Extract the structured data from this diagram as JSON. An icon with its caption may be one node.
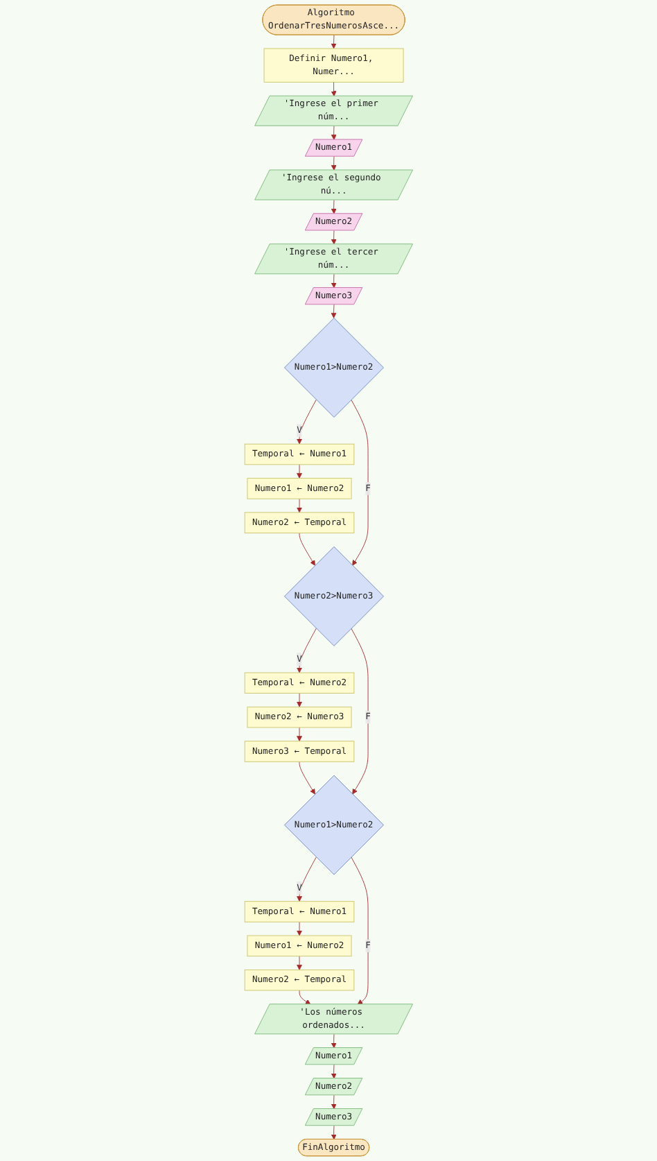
{
  "diagram": {
    "nodes": [
      {
        "text": [
          "Algoritmo OrdenarTresNumerosAsce..."
        ]
      },
      {
        "text": [
          "Definir Numero1, Numer..."
        ]
      },
      {
        "text": [
          "'Ingrese el primer núm..."
        ]
      },
      {
        "text": [
          "Numero1"
        ]
      },
      {
        "text": [
          "'Ingrese el segundo nú..."
        ]
      },
      {
        "text": [
          "Numero2"
        ]
      },
      {
        "text": [
          "'Ingrese el tercer núm..."
        ]
      },
      {
        "text": [
          "Numero3"
        ]
      },
      {
        "text": [
          "Numero1>Numero2"
        ]
      },
      {
        "text": [
          "Temporal ← Numero1"
        ]
      },
      {
        "text": [
          "Numero1 ← Numero2"
        ]
      },
      {
        "text": [
          "Numero2 ← Temporal"
        ]
      },
      {
        "text": [
          "Numero2>Numero3"
        ]
      },
      {
        "text": [
          "Temporal ← Numero2"
        ]
      },
      {
        "text": [
          "Numero2 ← Numero3"
        ]
      },
      {
        "text": [
          "Numero3 ← Temporal"
        ]
      },
      {
        "text": [
          "Numero1>Numero2"
        ]
      },
      {
        "text": [
          "Temporal ← Numero1"
        ]
      },
      {
        "text": [
          "Numero1 ← Numero2"
        ]
      },
      {
        "text": [
          "Numero2 ← Temporal"
        ]
      },
      {
        "text": [
          "'Los números ordenados..."
        ]
      },
      {
        "text": [
          "Numero1"
        ]
      },
      {
        "text": [
          "Numero2"
        ]
      },
      {
        "text": [
          "Numero3"
        ]
      },
      {
        "text": [
          "FinAlgoritmo"
        ]
      }
    ],
    "edges": [
      {
        "from": 0,
        "to": 1,
        "arrow": "to"
      },
      {
        "from": 1,
        "to": 2,
        "arrow": "to"
      },
      {
        "from": 2,
        "to": 3,
        "arrow": "to"
      },
      {
        "from": 3,
        "to": 4,
        "arrow": "to"
      },
      {
        "from": 4,
        "to": 5,
        "arrow": "to"
      },
      {
        "from": 5,
        "to": 6,
        "arrow": "to"
      },
      {
        "from": 6,
        "to": 7,
        "arrow": "to"
      },
      {
        "from": 7,
        "to": 8,
        "arrow": "to"
      },
      {
        "from": 8,
        "to": 9,
        "arrow": "to",
        "label": "V"
      },
      {
        "from": 9,
        "to": 10,
        "arrow": "to"
      },
      {
        "from": 10,
        "to": 11,
        "arrow": "to"
      },
      {
        "from": 11,
        "to": 12,
        "arrow": "to"
      },
      {
        "from": 8,
        "to": 12,
        "arrow": "to",
        "label": "F"
      },
      {
        "from": 12,
        "to": 13,
        "arrow": "to",
        "label": "V"
      },
      {
        "from": 13,
        "to": 14,
        "arrow": "to"
      },
      {
        "from": 14,
        "to": 15,
        "arrow": "to"
      },
      {
        "from": 15,
        "to": 16,
        "arrow": "to"
      },
      {
        "from": 12,
        "to": 16,
        "arrow": "to",
        "label": "F"
      },
      {
        "from": 16,
        "to": 17,
        "arrow": "to",
        "label": "V"
      },
      {
        "from": 17,
        "to": 18,
        "arrow": "to"
      },
      {
        "from": 18,
        "to": 19,
        "arrow": "to"
      },
      {
        "from": 19,
        "to": 20,
        "arrow": "to"
      },
      {
        "from": 16,
        "to": 20,
        "arrow": "to",
        "label": "F"
      },
      {
        "from": 20,
        "to": 21,
        "arrow": "to"
      },
      {
        "from": 21,
        "to": 22,
        "arrow": "to"
      },
      {
        "from": 22,
        "to": 23,
        "arrow": "to"
      },
      {
        "from": 23,
        "to": 24,
        "arrow": "to"
      }
    ]
  }
}
